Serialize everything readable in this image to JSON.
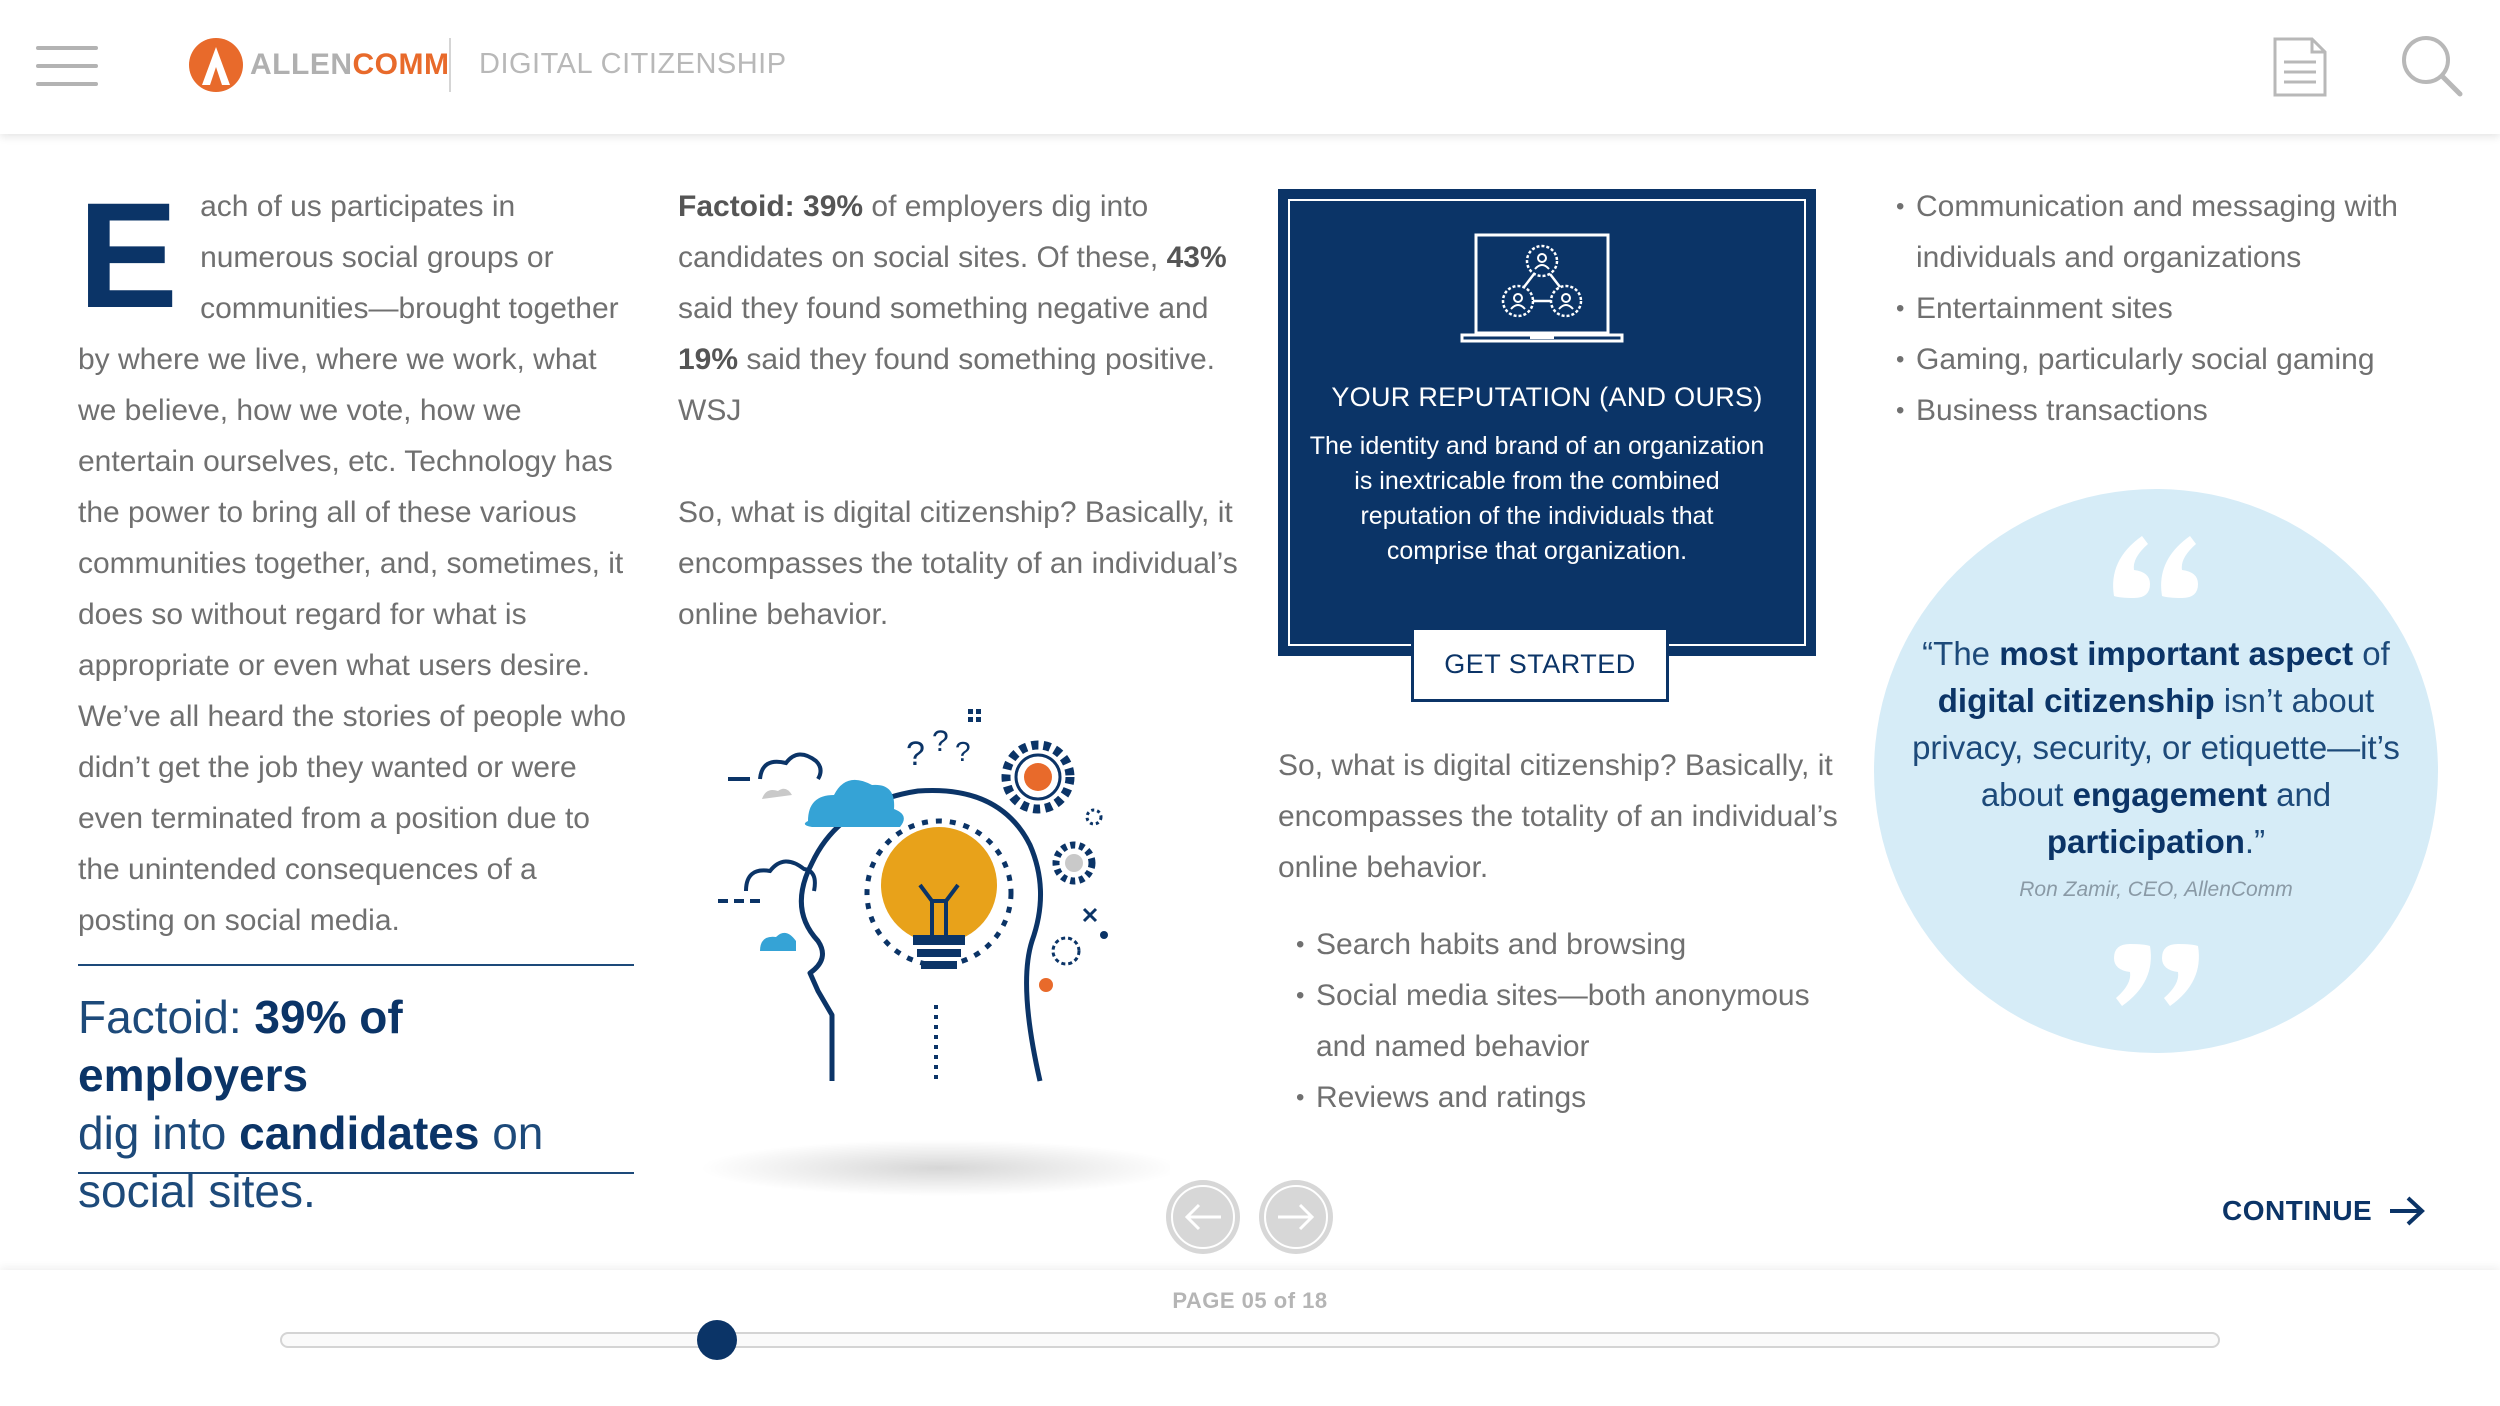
{
  "header": {
    "logo_part1": "ALLEN",
    "logo_part2": "COMM",
    "course_title": "DIGITAL CITIZENSHIP",
    "icons": [
      "hamburger-menu-icon",
      "document-icon",
      "search-icon"
    ]
  },
  "column1": {
    "dropcap": "E",
    "intro": "ach of us participates in numerous social groups or communities—brought together by where we live, where we work, what we believe, how we vote, how we entertain ourselves, etc. Technology has the power to bring all of these various communities together, and, sometimes, it does so without regard for what is appropriate or even what users desire. We’ve all heard the stories of people who didn’t get the job they wanted or were even terminated from a position due to the unintended consequences of a posting on social media.",
    "factoid_prefix": "Factoid: ",
    "factoid_bold1": "39% of employers",
    "factoid_mid1": "dig into ",
    "factoid_bold2": "candidates",
    "factoid_mid2": " on social sites."
  },
  "column2": {
    "f_label": "Factoid:",
    "f_pct1": "39%",
    "f_t1": " of employers dig into candidates on social sites. Of these, ",
    "f_pct2": "43%",
    "f_t2": " said they found something negative and ",
    "f_pct3": "19%",
    "f_t3": " said they found something positive. WSJ",
    "paragraph": "So, what is digital citizenship? Basically, it encompasses the totality of an individual’s online behavior."
  },
  "card": {
    "title": "YOUR REPUTATION (AND OURS)",
    "body": "The identity and brand of an organization is inextricable from the combined reputation of the individuals that comprise that organization.",
    "button": "GET STARTED"
  },
  "column3": {
    "paragraph": "So, what is digital citizenship? Basically, it encompasses the totality of an individual’s online behavior.",
    "bullets": [
      "Search habits and browsing",
      "Social media sites—both anonymous and named behavior",
      "Reviews and ratings"
    ]
  },
  "column4": {
    "bullets": [
      "Communication and messaging with individuals and organizations",
      "Entertainment sites",
      "Gaming, particularly social gaming",
      "Business transactions"
    ]
  },
  "quote": {
    "q1": "“The ",
    "q2": "most important aspect",
    "q3": " of ",
    "q4": "digital citizenship",
    "q5": " isn’t about privacy, security, or etiquette—it’s about ",
    "q6": "engagement",
    "q7": " and ",
    "q8": "participation",
    "q9": ".”",
    "author": "Ron Zamir, CEO, AllenComm"
  },
  "navigation": {
    "continue": "CONTINUE",
    "page_label": "PAGE 05 of 18",
    "progress_fraction": 0.225
  },
  "colors": {
    "navy": "#0b3467",
    "accent_orange": "#e86a2b",
    "quote_bg": "#d6ecf7",
    "bulb_yellow": "#e8a21a"
  }
}
